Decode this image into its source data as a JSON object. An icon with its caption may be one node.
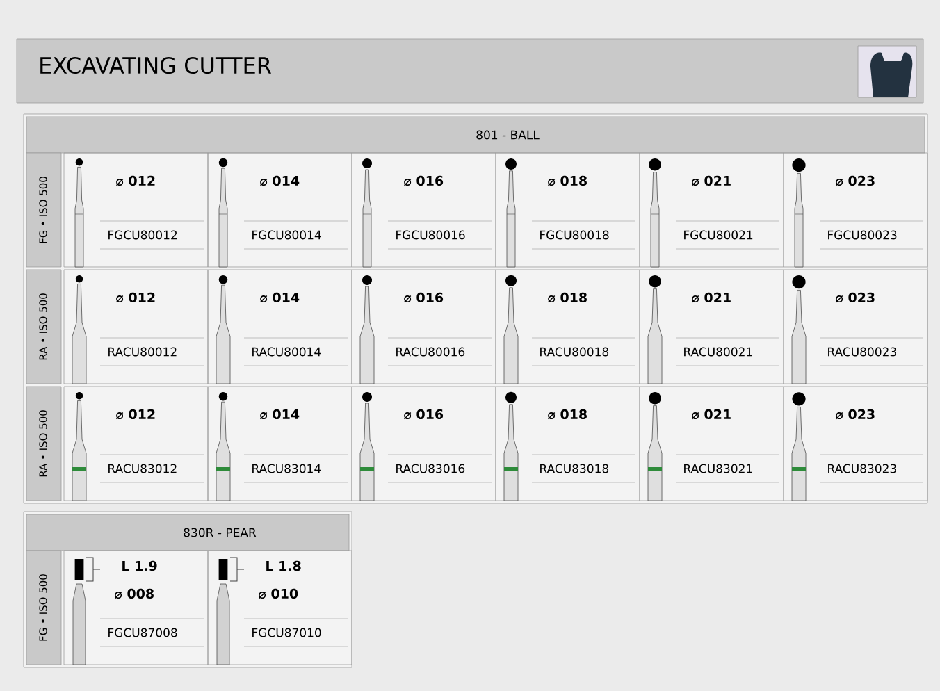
{
  "diagram": {
    "title": "EXCAVATING CUTTER",
    "labels": [
      "801 - BALL",
      "FG • ISO 500",
      "⌀ 012",
      "FGCU80012",
      "⌀ 014",
      "FGCU80014",
      "⌀ 016",
      "FGCU80016",
      "⌀ 018",
      "FGCU80018",
      "⌀ 021",
      "FGCU80021",
      "⌀ 023",
      "FGCU80023",
      "RA • ISO 500",
      "⌀ 012",
      "RACU80012",
      "⌀ 014",
      "RACU80014",
      "⌀ 016",
      "RACU80016",
      "⌀ 018",
      "RACU80018",
      "⌀ 021",
      "RACU80021",
      "⌀ 023",
      "RACU80023",
      "RA • ISO 500",
      "⌀ 012",
      "RACU83012",
      "⌀ 014",
      "RACU83014",
      "⌀ 016",
      "RACU83016",
      "⌀ 018",
      "RACU83018",
      "⌀ 021",
      "RACU83021",
      "⌀ 023",
      "RACU83023",
      "830R - PEAR",
      "FG • ISO 500",
      "L 1.9",
      "⌀ 008",
      "FGCU87008",
      "L 1.8",
      "⌀ 010",
      "FGCU87010"
    ]
  }
}
